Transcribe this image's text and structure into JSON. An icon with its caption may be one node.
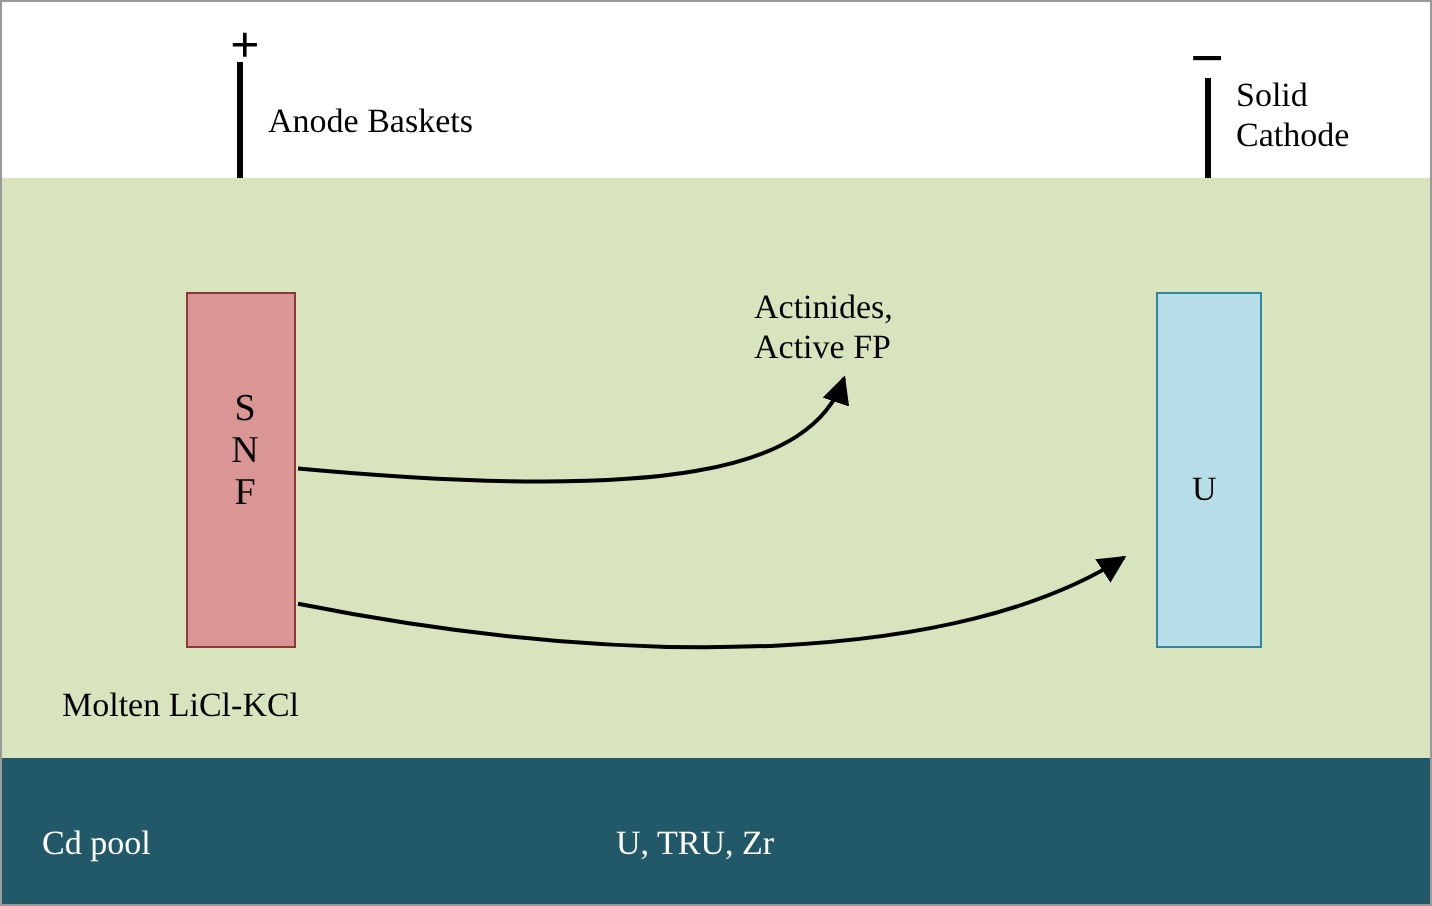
{
  "diagram": {
    "nodes": [
      {
        "text": [
          "Molten LiCl-KCl"
        ]
      },
      {
        "text": [
          "SNF"
        ],
        "in": 0
      },
      {
        "text": [
          "U"
        ],
        "in": 0
      },
      {
        "text": [
          "Actinides, Active FP"
        ],
        "in": 0
      },
      {
        "text": [
          "Cd pool",
          "U, TRU, Zr"
        ]
      }
    ],
    "edges": [
      {
        "from": 1,
        "to": 3,
        "arrow": "to"
      },
      {
        "from": 1,
        "to": 2,
        "arrow": "to"
      }
    ],
    "labels": [
      "+",
      "Anode Baskets",
      "−",
      "Solid Cathode"
    ]
  }
}
